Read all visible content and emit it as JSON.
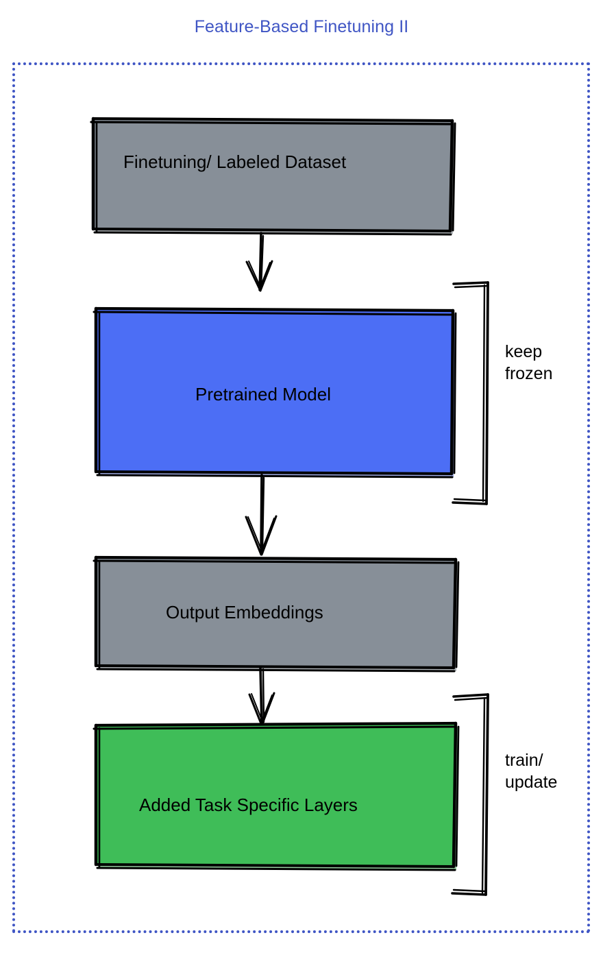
{
  "title": "Feature-Based Finetuning II",
  "theme": {
    "accent_blue": "#3f55c4",
    "node_gray": "#878f98",
    "node_blue": "#4c6ef5",
    "node_green": "#3fbd58",
    "stroke": "#000000",
    "background": "#ffffff"
  },
  "frame": {
    "name": "dashed-container",
    "style": "dotted",
    "color": "#3f55c4"
  },
  "nodes": [
    {
      "id": "dataset",
      "label": "Finetuning/ Labeled Dataset",
      "fill": "#878f98",
      "color_name": "gray"
    },
    {
      "id": "pretrained-model",
      "label": "Pretrained Model",
      "fill": "#4c6ef5",
      "color_name": "blue"
    },
    {
      "id": "output-embeddings",
      "label": "Output Embeddings",
      "fill": "#878f98",
      "color_name": "gray"
    },
    {
      "id": "task-layers",
      "label": "Added Task Specific Layers",
      "fill": "#3fbd58",
      "color_name": "green"
    }
  ],
  "annotations": [
    {
      "id": "keep-frozen",
      "label": "keep\nfrozen",
      "targets": "pretrained-model"
    },
    {
      "id": "train-update",
      "label": "train/\nupdate",
      "targets": "task-layers"
    }
  ],
  "edges": [
    {
      "from": "dataset",
      "to": "pretrained-model",
      "kind": "arrow"
    },
    {
      "from": "pretrained-model",
      "to": "output-embeddings",
      "kind": "arrow"
    },
    {
      "from": "output-embeddings",
      "to": "task-layers",
      "kind": "arrow"
    }
  ]
}
